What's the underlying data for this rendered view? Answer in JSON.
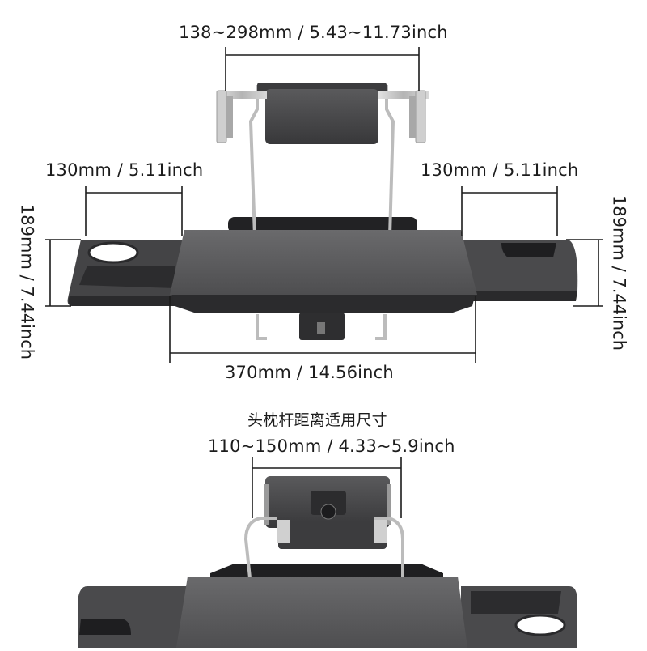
{
  "dimensions": {
    "holder_range": "138~298mm / 5.43~11.73inch",
    "tray_left_width": "130mm / 5.11inch",
    "tray_right_width": "130mm / 5.11inch",
    "height_left": "189mm / 7.44inch",
    "height_right": "189mm / 7.44inch",
    "board_width": "370mm / 14.56inch"
  },
  "headrest": {
    "title": "头枕杆距离适用尺寸",
    "range": "110~150mm / 4.33~5.9inch"
  },
  "colors": {
    "board": "#5a5a5c",
    "board_dark": "#2b2b2d",
    "metal": "#c4c4c4",
    "dimension_line": "#1c1c1c"
  }
}
